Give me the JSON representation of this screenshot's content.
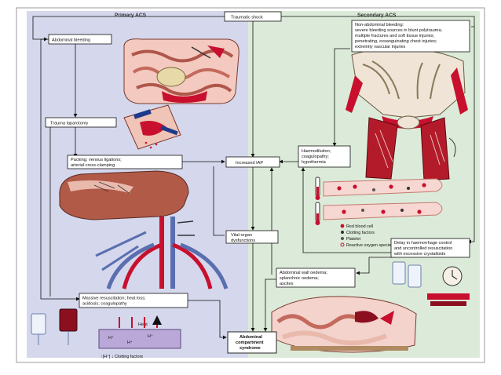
{
  "headers": {
    "primary": "Primary ACS",
    "secondary": "Secondary ACS"
  },
  "boxes": {
    "traumatic_shock": "Traumatic shock",
    "abdominal_bleeding": "Abdominal bleeding",
    "trauma_laparotomy": "Trauma laparotomy",
    "packing": [
      "Packing; venous ligations;",
      "arterial cross-clamping"
    ],
    "increased_iap": "Increased IAP",
    "non_abdominal_bleeding": [
      "Non-abdominal bleeding:",
      "severe bleeding sources in blunt polytrauma;",
      "multiple fractures and soft tissue injuries;",
      "penetrating, exsanguinating chest injuries;",
      "extremity vascular injuries"
    ],
    "haemodilution": [
      "Haemodilution;",
      "coagulopathy;",
      "hypothermia"
    ],
    "vital_organ": [
      "Vital-organ",
      "dysfunctions"
    ],
    "delay": [
      "Delay in haemorrhage control",
      "and uncontrolled resuscitation",
      "with excessive crystalloids"
    ],
    "abdominal_wall": [
      "Abdominal wall oedema;",
      "splanchnic oedema;",
      "ascites"
    ],
    "massive_resuscitation": [
      "Massive resuscitation; heat loss;",
      "acidosis; coagulopathy"
    ],
    "acs": [
      "Abdominal",
      "compartment",
      "syndrome"
    ]
  },
  "legend": [
    {
      "label": "Red blood cell",
      "color": "#c8102e"
    },
    {
      "label": "Clotting factors",
      "color": "#333333"
    },
    {
      "label": "Platelet",
      "color": "#555555"
    },
    {
      "label": "Reactive oxygen species",
      "color": "#c8102e"
    }
  ],
  "heat_label": "Heat",
  "ions": "H⁺",
  "bottom_caption": "↑[H⁺]  ↓ Clotting factors",
  "colors": {
    "primary_panel": "#d5d7ec",
    "secondary_panel": "#dcebd9",
    "blood": "#c8102e",
    "vein": "#5a6fb0",
    "frame": "#8a8a8a"
  }
}
